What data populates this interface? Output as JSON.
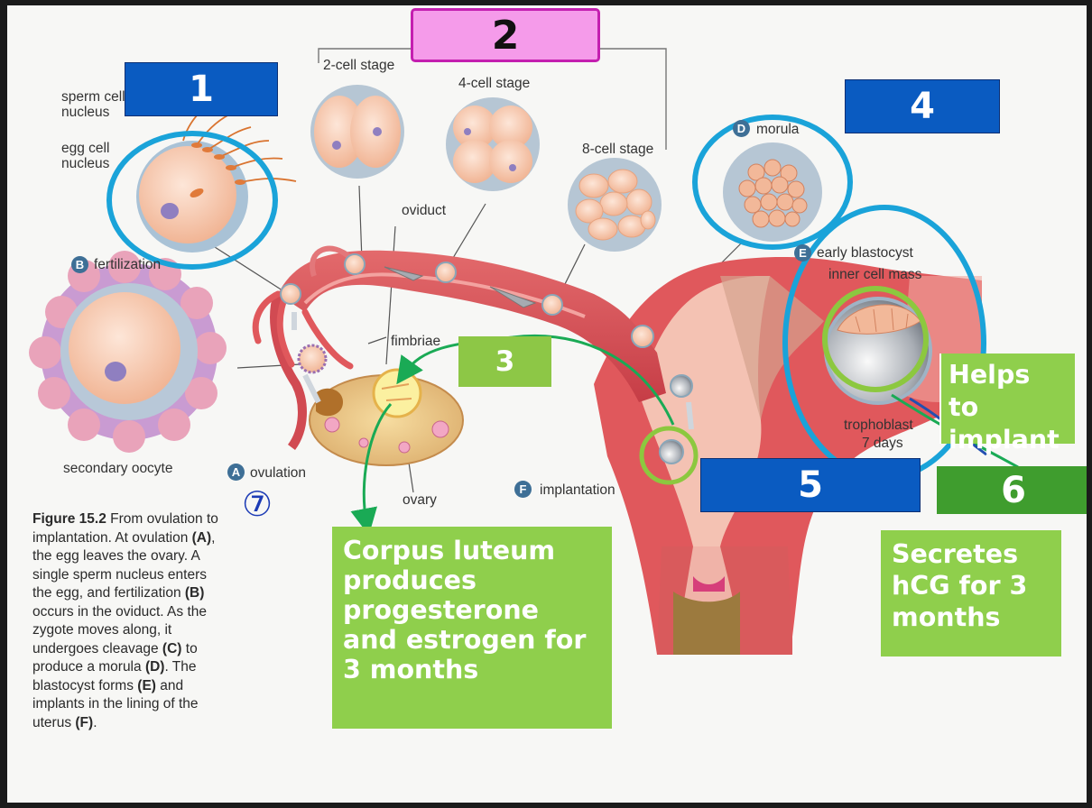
{
  "labels": {
    "sperm_cell_nucleus": [
      "sperm cell",
      "nucleus"
    ],
    "egg_cell_nucleus": [
      "egg cell",
      "nucleus"
    ],
    "fertilization": "fertilization",
    "secondary_oocyte": "secondary oocyte",
    "ovulation": "ovulation",
    "ovary": "ovary",
    "fimbriae": "fimbriae",
    "oviduct": "oviduct",
    "two_cell": "2-cell stage",
    "four_cell": "4-cell stage",
    "eight_cell": "8-cell stage",
    "morula": "morula",
    "early_blastocyst": "early blastocyst",
    "inner_cell_mass": "inner cell mass",
    "trophoblast": "trophoblast",
    "seven_days": "7 days",
    "implantation": "implantation"
  },
  "stage_letters": {
    "a": "A",
    "b": "B",
    "d": "D",
    "e": "E",
    "f": "F"
  },
  "number_boxes": {
    "n1": "1",
    "n2": "2",
    "n3": "3",
    "n4": "4",
    "n5": "5",
    "n6": "6",
    "n7": "⑦"
  },
  "notes": {
    "corpus_luteum": "Corpus luteum produces progesterone and estrogen for 3 months",
    "helps_implant": "Helps to implant",
    "secretes_hcg": "Secretes hCG for 3 months"
  },
  "caption": {
    "title": "Figure 15.2",
    "p1": " From ovulation to implantation. At ovulation ",
    "a": "(A)",
    "p2": ", the egg leaves the ovary. A single sperm nucleus enters the egg, and fertilization ",
    "b": "(B)",
    "p3": " occurs in the oviduct. As the zygote moves along, it undergoes cleavage ",
    "c": "(C)",
    "p4": " to produce a morula ",
    "d": "(D)",
    "p5": ". The blastocyst forms ",
    "e": "(E)",
    "p6": " and implants in the lining of the uterus ",
    "f": "(F)",
    "p7": "."
  },
  "colors": {
    "label_blue": "#0a5bc1",
    "label_green": "#8dc746",
    "note_green": "#8fcf4c",
    "pink_box": "#f59bea",
    "highlight_circle_blue": "#1aa3d9",
    "highlight_circle_green": "#8cc83f",
    "arrow_green": "#1aaa55",
    "tissue_red": "#d94b52",
    "stage_letter_blue": "#3e6f96"
  }
}
